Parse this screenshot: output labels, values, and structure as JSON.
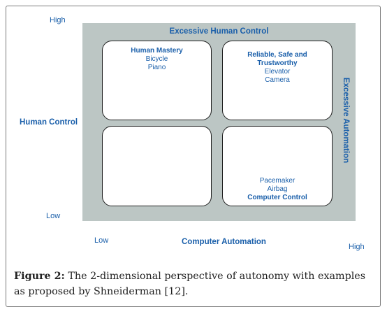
{
  "diagram": {
    "y_axis": {
      "title": "Human Control",
      "high": "High",
      "low": "Low"
    },
    "x_axis": {
      "title": "Computer Automation",
      "low": "Low",
      "high": "High"
    },
    "top_label": "Excessive Human Control",
    "right_label": "Excessive Automation",
    "quadrants": {
      "top_left": {
        "title": "Human Mastery",
        "items": [
          "Bicycle",
          "Piano"
        ]
      },
      "top_right": {
        "title_line1": "Reliable, Safe and",
        "title_line2": "Trustworthy",
        "items": [
          "Elevator",
          "Camera"
        ]
      },
      "bottom_left": {},
      "bottom_right": {
        "items": [
          "Pacemaker",
          "Airbag"
        ],
        "title": "Computer Control"
      }
    },
    "colors": {
      "label": "#1a5faa",
      "background_band": "#bcc6c4",
      "border": "#1f1f1f"
    }
  },
  "caption": {
    "label": "Figure 2:",
    "text": " The 2-dimensional perspective of autonomy with examples as proposed by Shneiderman [12]."
  }
}
